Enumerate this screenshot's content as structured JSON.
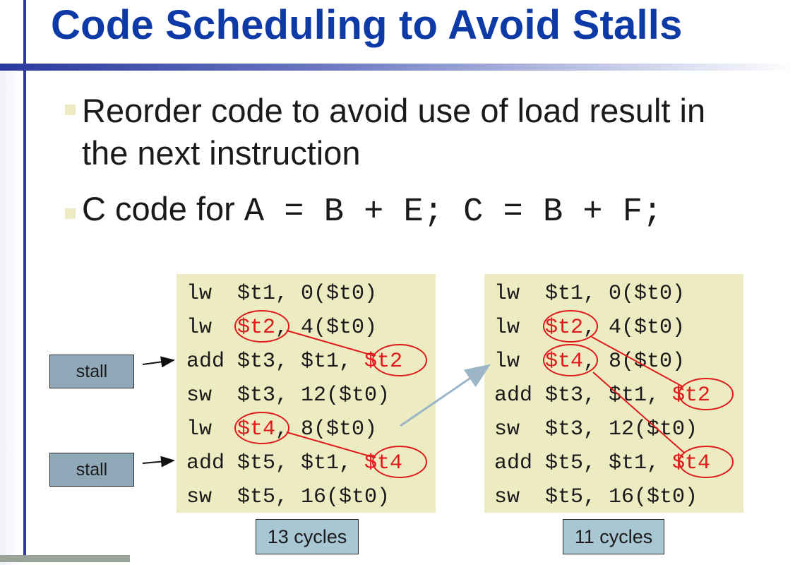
{
  "title": "Code Scheduling to Avoid Stalls",
  "bullets": [
    {
      "line1": "Reorder code to avoid use of load result in",
      "line2": "the next instruction"
    },
    {
      "prefix": "C code for ",
      "code": "A = B + E; C = B + F;"
    }
  ],
  "left_code": [
    [
      {
        "t": "lw  "
      },
      {
        "t": "$t1, 0($t0)"
      }
    ],
    [
      {
        "t": "lw  "
      },
      {
        "t": "$t2",
        "red": true
      },
      {
        "t": ", 4($t0)"
      }
    ],
    [
      {
        "t": "add $t3, $t1, "
      },
      {
        "t": "$t2",
        "red": true
      }
    ],
    [
      {
        "t": "sw  $t3, 12($t0)"
      }
    ],
    [
      {
        "t": "lw  "
      },
      {
        "t": "$t4",
        "red": true
      },
      {
        "t": ", 8($t0)"
      }
    ],
    [
      {
        "t": "add $t5, $t1, "
      },
      {
        "t": "$t4",
        "red": true
      }
    ],
    [
      {
        "t": "sw  $t5, 16($t0)"
      }
    ]
  ],
  "right_code": [
    [
      {
        "t": "lw  $t1, 0($t0)"
      }
    ],
    [
      {
        "t": "lw  "
      },
      {
        "t": "$t2",
        "red": true
      },
      {
        "t": ", 4($t0)"
      }
    ],
    [
      {
        "t": "lw  "
      },
      {
        "t": "$t4",
        "red": true
      },
      {
        "t": ", 8($t0)"
      }
    ],
    [
      {
        "t": "add $t3, $t1, "
      },
      {
        "t": "$t2",
        "red": true
      }
    ],
    [
      {
        "t": "sw  $t3, 12($t0)"
      }
    ],
    [
      {
        "t": "add $t5, $t1, "
      },
      {
        "t": "$t4",
        "red": true
      }
    ],
    [
      {
        "t": "sw  $t5, 16($t0)"
      }
    ]
  ],
  "stall_label": "stall",
  "left_cycles": "13 cycles",
  "right_cycles": "11 cycles",
  "colors": {
    "title": "#0e3aa8",
    "panel": "#ecebc2",
    "highlight": "#e01a1a",
    "stall_box": "#8ea8b8",
    "cycles_box": "#a9c6d3"
  }
}
